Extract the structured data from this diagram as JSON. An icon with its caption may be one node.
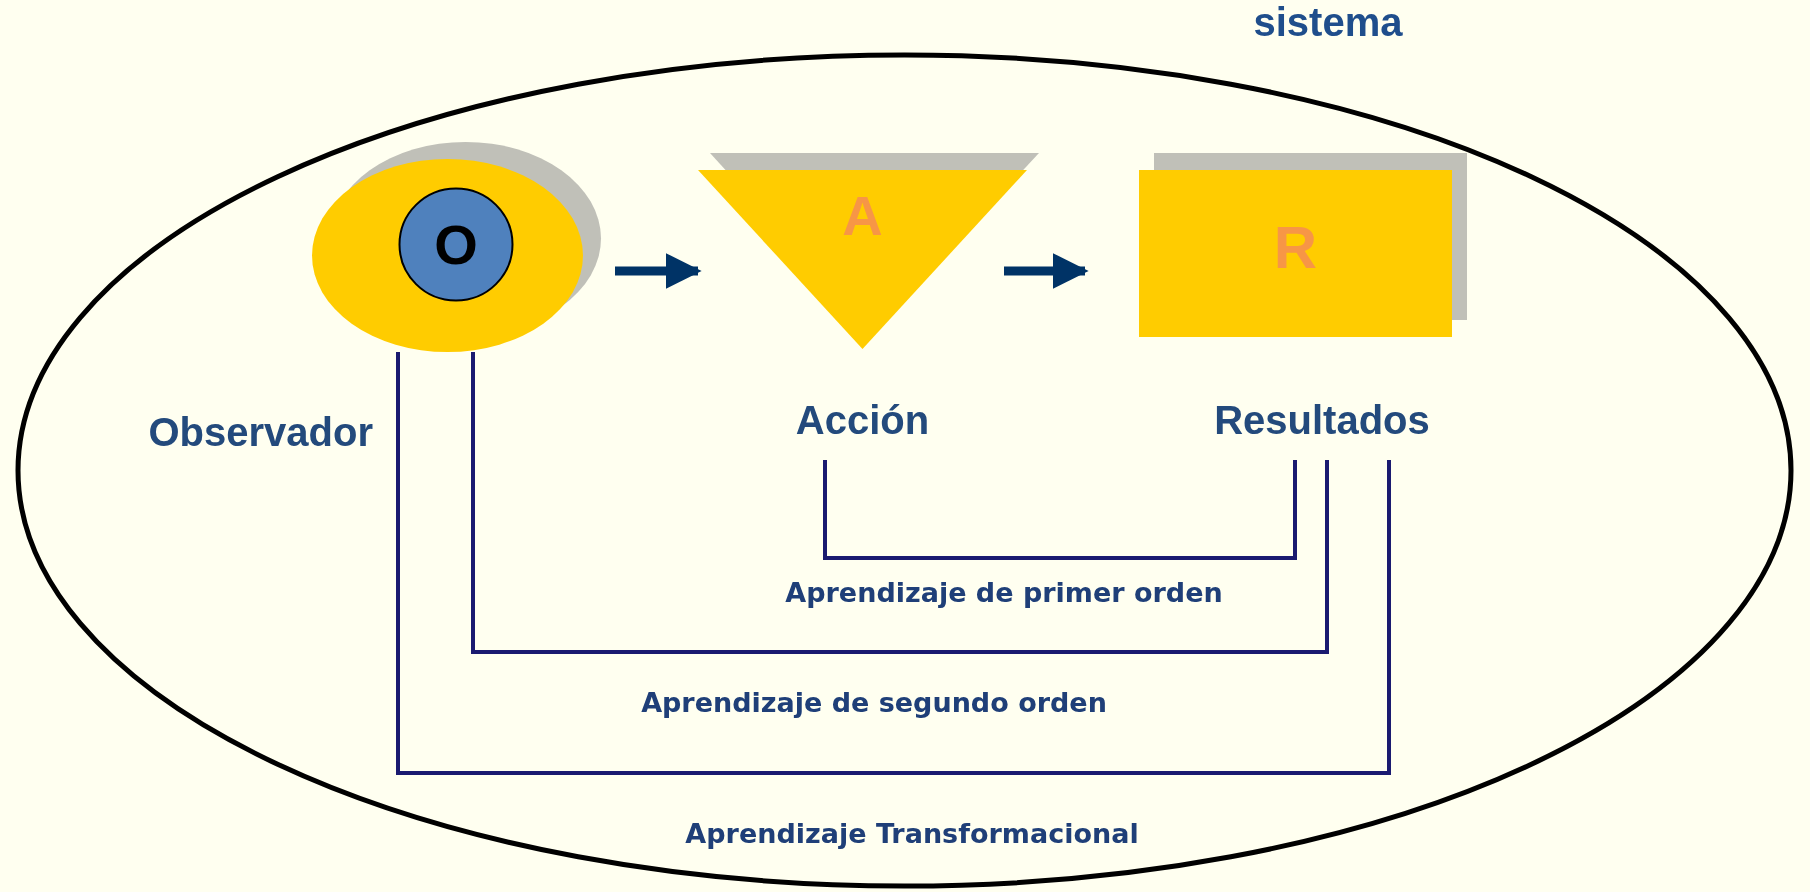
{
  "diagram": {
    "nodes": [
      {
        "text": [
          "sistema"
        ]
      },
      {
        "text": [],
        "shape": "circle",
        "in": 0,
        "beside": [
          "Observador"
        ]
      },
      {
        "text": [
          "O"
        ],
        "in": 1
      },
      {
        "text": [
          "A"
        ],
        "in": 0,
        "beside": [
          "Acción"
        ]
      },
      {
        "text": [
          "R"
        ],
        "in": 0,
        "beside": [
          "Resultados"
        ]
      }
    ],
    "edges": [
      {
        "from": 1,
        "to": 3,
        "arrow": "to",
        "style": "thick"
      },
      {
        "from": 3,
        "to": 4,
        "arrow": "to",
        "style": "thick"
      },
      {
        "from": 3,
        "to": 4,
        "arrow": "none",
        "label": "Aprendizaje de primer orden"
      },
      {
        "from": 1,
        "to": 4,
        "arrow": "none",
        "label": "Aprendizaje de segundo orden"
      },
      {
        "from": 1,
        "to": 4,
        "arrow": "none",
        "label": "Aprendizaje Transformacional"
      }
    ]
  }
}
